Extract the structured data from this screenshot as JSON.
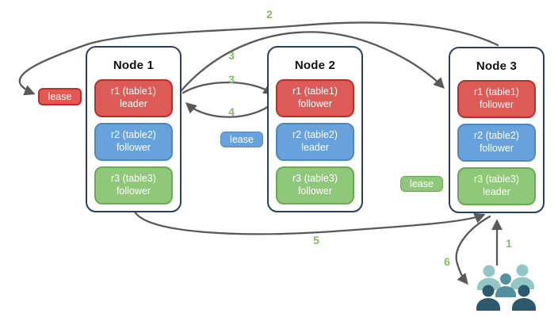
{
  "diagram": {
    "nodes": [
      {
        "title": "Node 1",
        "replicas": [
          {
            "range": "r1 (table1)",
            "role": "leader",
            "color": "red"
          },
          {
            "range": "r2 (table2)",
            "role": "follower",
            "color": "blue"
          },
          {
            "range": "r3 (table3)",
            "role": "follower",
            "color": "green"
          }
        ]
      },
      {
        "title": "Node 2",
        "replicas": [
          {
            "range": "r1 (table1)",
            "role": "follower",
            "color": "red"
          },
          {
            "range": "r2 (table2)",
            "role": "leader",
            "color": "blue"
          },
          {
            "range": "r3 (table3)",
            "role": "follower",
            "color": "green"
          }
        ]
      },
      {
        "title": "Node 3",
        "replicas": [
          {
            "range": "r1 (table1)",
            "role": "follower",
            "color": "red"
          },
          {
            "range": "r2 (table2)",
            "role": "follower",
            "color": "blue"
          },
          {
            "range": "r3 (table3)",
            "role": "leader",
            "color": "green"
          }
        ]
      }
    ],
    "leases": [
      {
        "label": "lease",
        "color": "red"
      },
      {
        "label": "lease",
        "color": "blue"
      },
      {
        "label": "lease",
        "color": "green"
      }
    ],
    "arrow_labels": [
      {
        "text": "2"
      },
      {
        "text": "3"
      },
      {
        "text": "3"
      },
      {
        "text": "4"
      },
      {
        "text": "5"
      },
      {
        "text": "1"
      },
      {
        "text": "6"
      }
    ],
    "icons": [
      {
        "name": "users-icon"
      }
    ]
  },
  "colors": {
    "red_fill": "#dd5b57",
    "red_border": "#bb2f2a",
    "blue_fill": "#68a2dd",
    "blue_border": "#4d88c4",
    "green_fill": "#8ec878",
    "green_border": "#69aa52",
    "node_border": "#24406b",
    "arrow": "#595959",
    "label_green": "#7fbd63",
    "users_light": "#92c7c6",
    "users_mid": "#53909f",
    "users_dark": "#2c5a6c"
  }
}
